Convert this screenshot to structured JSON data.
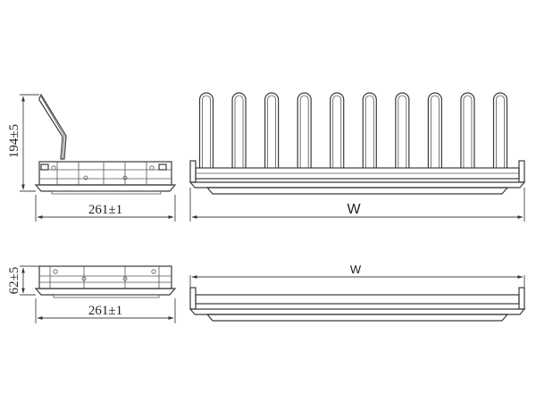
{
  "diagram": {
    "top_side_view": {
      "height_label": "194±5",
      "width_label": "261±1"
    },
    "top_front_view": {
      "width_label": "W",
      "rack_count": 10
    },
    "bottom_side_view": {
      "height_label": "62±5",
      "width_label": "261±1"
    },
    "bottom_front_view": {
      "width_label": "W"
    }
  }
}
